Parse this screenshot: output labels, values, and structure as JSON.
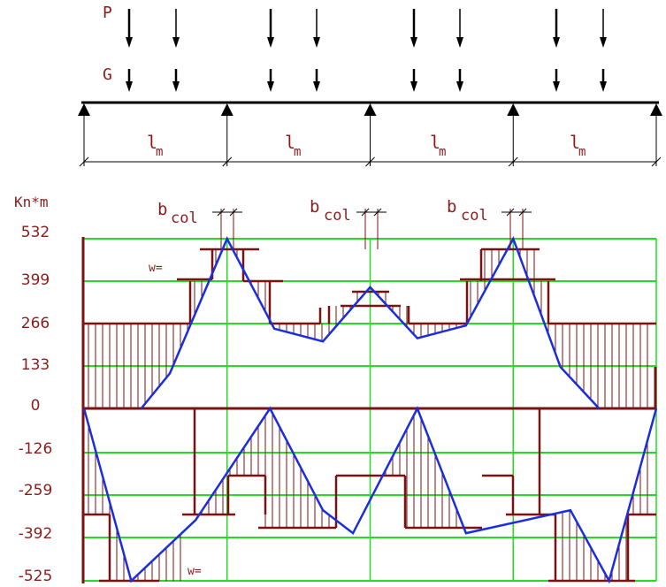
{
  "labels": {
    "load_p": "P",
    "load_g": "G",
    "span": "l",
    "span_sub": "m",
    "bcol": "b",
    "bcol_sub": "col",
    "w": "w=",
    "unit": "Kn*m"
  },
  "chart_data": {
    "type": "line",
    "ylabel": "Kn*m",
    "y_ticks": [
      "532",
      "399",
      "266",
      "133",
      "0",
      "-126",
      "-259",
      "-392",
      "-525"
    ],
    "spans": 4,
    "series": [
      {
        "values_x": [
          0.4,
          0.6,
          1.0,
          1.33,
          1.67,
          2.0,
          2.33,
          2.67,
          3.0,
          3.33,
          3.6
        ],
        "values": [
          0,
          110,
          532,
          250,
          210,
          380,
          220,
          260,
          532,
          130,
          0
        ]
      },
      {
        "values_x": [
          0.0,
          0.33,
          0.78,
          1.3,
          1.67,
          1.88,
          2.33,
          2.67,
          3.4,
          3.67,
          4.0
        ],
        "values": [
          0,
          -525,
          -340,
          0,
          -310,
          -380,
          0,
          -380,
          -310,
          -525,
          0
        ]
      }
    ],
    "colors": {
      "grid": "#22dd22",
      "envelope": "#7a1212",
      "curve": "#1a2ee0",
      "beam": "#000000"
    }
  }
}
